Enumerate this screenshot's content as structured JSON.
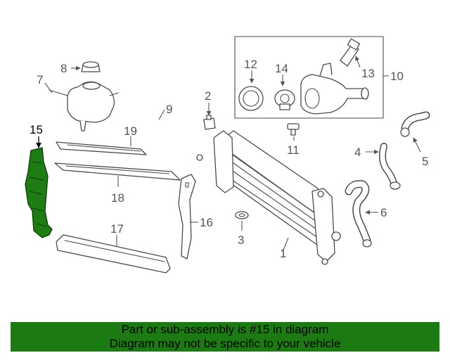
{
  "callouts": {
    "c1": "1",
    "c2": "2",
    "c3": "3",
    "c4": "4",
    "c5": "5",
    "c6": "6",
    "c7": "7",
    "c8": "8",
    "c9": "9",
    "c10": "10",
    "c11": "11",
    "c12": "12",
    "c13": "13",
    "c14": "14",
    "c15": "15",
    "c16": "16",
    "c17": "17",
    "c18": "18",
    "c19": "19"
  },
  "highlight": {
    "part_number": "15",
    "color": "#1e7d12"
  },
  "banner": {
    "line1": "Part or sub-assembly is #15 in diagram",
    "line2": "Diagram may not be specific to your vehicle",
    "color": "#1c7a12"
  }
}
